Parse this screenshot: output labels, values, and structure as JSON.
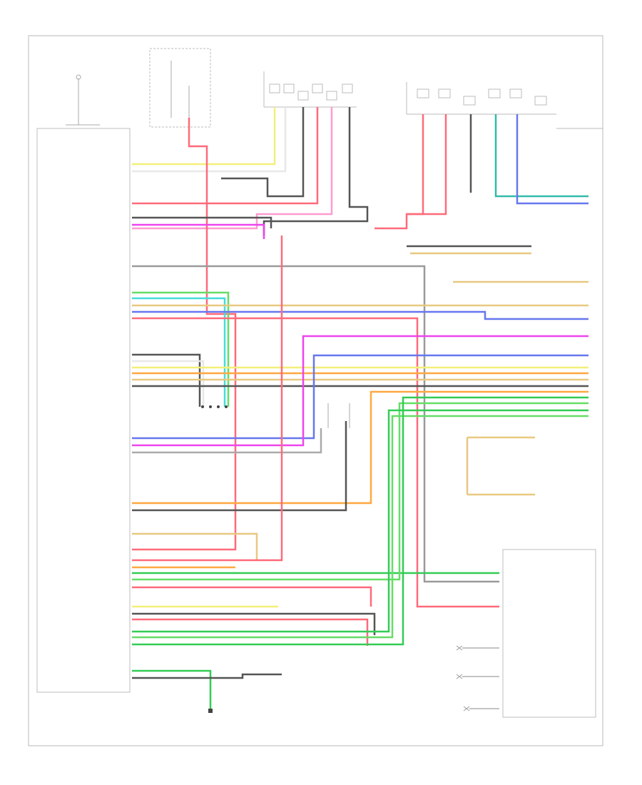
{
  "footer": {
    "code": ""
  },
  "colors": {
    "border": "#b0b0b0",
    "wire_red": "#ff6a7a",
    "wire_pink": "#ff9bd0",
    "wire_magenta": "#ee44ee",
    "wire_yellow": "#f3ef7a",
    "wire_black": "#555555",
    "wire_gray": "#9a9a9a",
    "wire_orange": "#ffa840",
    "wire_tan": "#e8c880",
    "wire_lightgreen": "#66dd66",
    "wire_green": "#33cc55",
    "wire_cyan": "#44dddd",
    "wire_teal": "#33bbaa",
    "wire_blue": "#6677ee",
    "wire_lightblue": "#99aaff",
    "wire_purple": "#8844cc"
  },
  "radio": {
    "label": ""
  },
  "connector_blocks": [
    {
      "id": "amplifier",
      "label": ""
    },
    {
      "id": "stereo_select",
      "label": ""
    },
    {
      "id": "radio_control",
      "label": ""
    },
    {
      "id": "audio_jack",
      "label": ""
    }
  ],
  "pin_labels": [
    "",
    "",
    "",
    "",
    "",
    "",
    "",
    "",
    "",
    "",
    "",
    "",
    "",
    "",
    "",
    "",
    "",
    "",
    "",
    "",
    "",
    "",
    "",
    "",
    "",
    ""
  ]
}
